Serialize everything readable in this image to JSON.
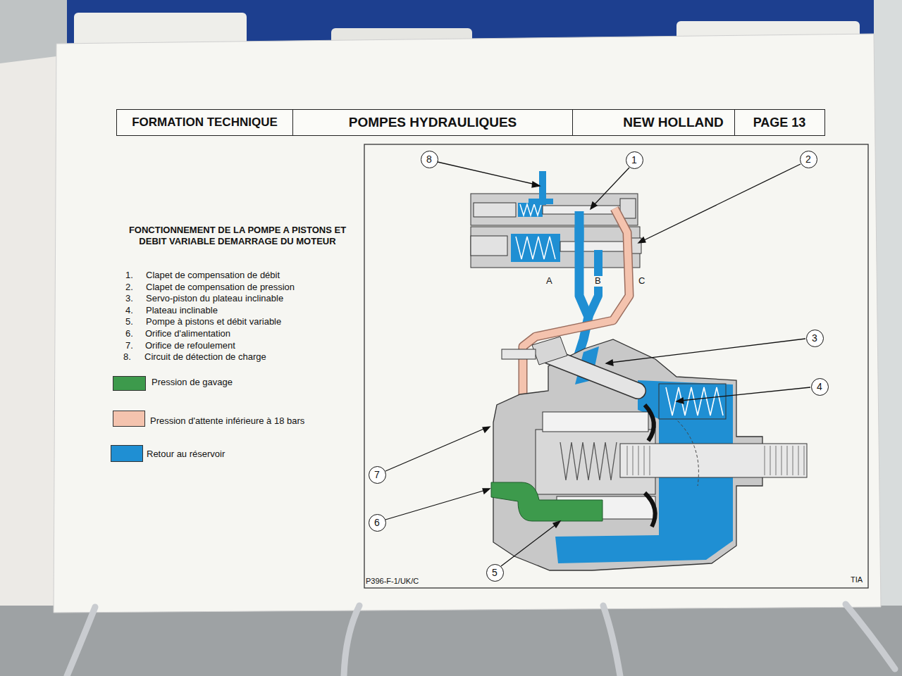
{
  "diagram": {
    "title": "FONCTIONNEMENT DE LA POMPE A PISTONS ET DEBIT VARIABLE DEMARRAGE DU MOTEUR",
    "nodes": [
      {
        "text": [
          "FORMATION TECHNIQUE"
        ]
      },
      {
        "text": [
          "POMPES HYDRAULIQUES"
        ]
      },
      {
        "text": [
          "NEW HOLLAND"
        ]
      },
      {
        "text": [
          "PAGE 13"
        ]
      },
      {
        "text": [
          "8"
        ]
      },
      {
        "text": [
          "1"
        ]
      },
      {
        "text": [
          "2"
        ]
      },
      {
        "text": [
          "3"
        ]
      },
      {
        "text": [
          "4"
        ]
      },
      {
        "text": [
          "7"
        ]
      },
      {
        "text": [
          "6"
        ]
      },
      {
        "text": [
          "5"
        ]
      }
    ],
    "labels": [
      "1.",
      "Clapet de compensation de débit",
      "2.",
      "Clapet de compensation de pression",
      "3.",
      "Servo-piston du plateau inclinable",
      "4.",
      "Plateau inclinable",
      "5.",
      "Pompe à pistons et débit variable",
      "6.",
      "Orifice d'alimentation",
      "7.",
      "Orifice de refoulement",
      "8.",
      "Circuit de détection de charge",
      "A",
      "B",
      "C",
      "P396-F-1/UK/C",
      "TIA"
    ],
    "legend": [
      {
        "text": "Pression de gavage",
        "color": "#3d9a4c"
      },
      {
        "text": "Pression d'attente inférieure à 18 bars",
        "color": "#f4c3ae"
      },
      {
        "text": "Retour au réservoir",
        "color": "#1f8fd3"
      }
    ]
  }
}
